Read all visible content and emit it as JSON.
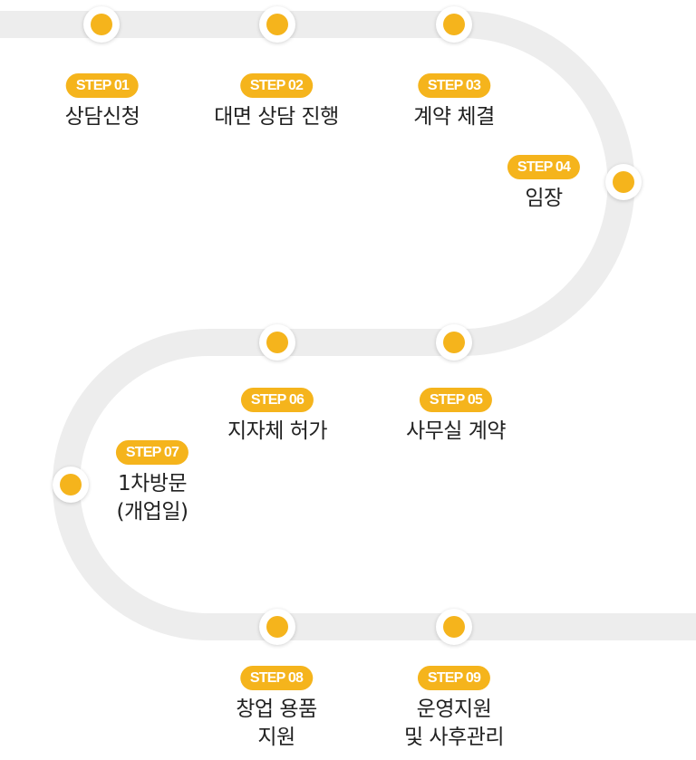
{
  "colors": {
    "track": "#ededed",
    "accent": "#f5b41c",
    "node_ring": "#ffffff",
    "text": "#222222",
    "badge_text": "#ffffff"
  },
  "steps": [
    {
      "badge": "STEP 01",
      "label": [
        "상담신청"
      ]
    },
    {
      "badge": "STEP 02",
      "label": [
        "대면 상담 진행"
      ]
    },
    {
      "badge": "STEP 03",
      "label": [
        "계약 체결"
      ]
    },
    {
      "badge": "STEP 04",
      "label": [
        "임장"
      ]
    },
    {
      "badge": "STEP 05",
      "label": [
        "사무실 계약"
      ]
    },
    {
      "badge": "STEP 06",
      "label": [
        "지자체 허가"
      ]
    },
    {
      "badge": "STEP 07",
      "label": [
        "1차방문",
        "(개업일)"
      ]
    },
    {
      "badge": "STEP 08",
      "label": [
        "창업 용품",
        "지원"
      ]
    },
    {
      "badge": "STEP 09",
      "label": [
        "운영지원",
        "및 사후관리"
      ]
    }
  ]
}
